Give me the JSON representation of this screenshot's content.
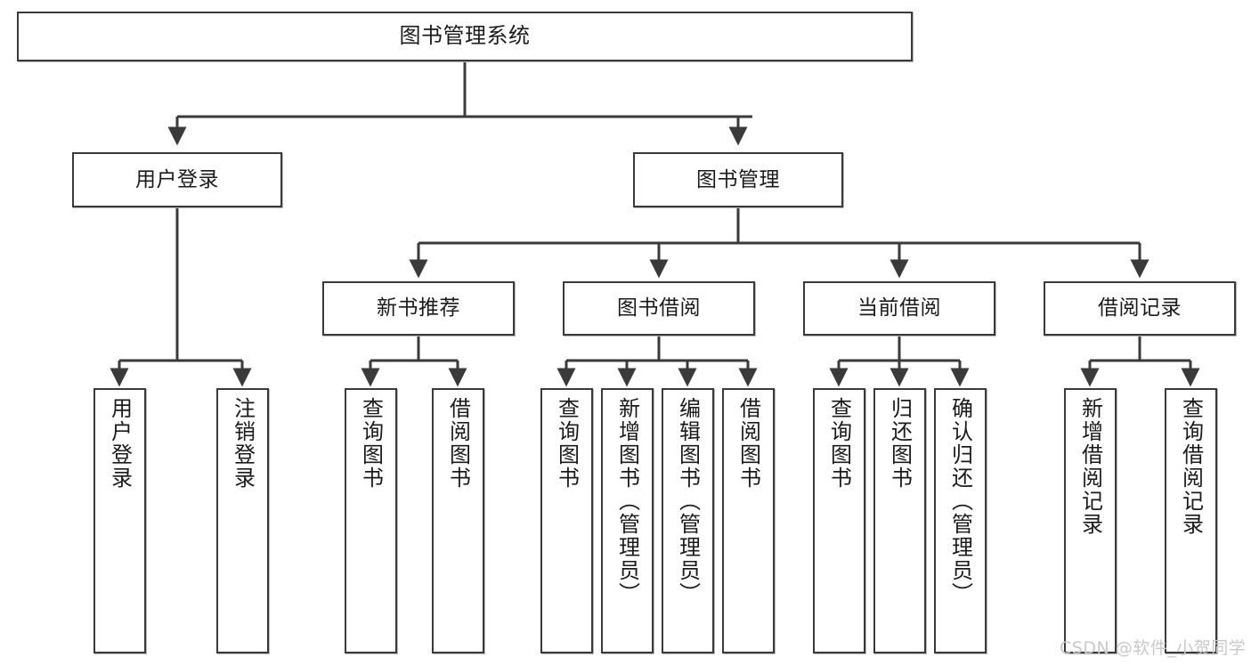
{
  "diagram": {
    "type": "tree-hierarchy",
    "title": "图书管理系统",
    "watermark": "CSDN @软件_小贺同学",
    "colors": {
      "node_border": "#3a3a3a",
      "node_fill": "#ffffff",
      "edge": "#3a3a3a",
      "text": "#1b1b1b",
      "watermark": "#c9c9c9",
      "background": "#ffffff"
    },
    "root": {
      "label": "图书管理系统"
    },
    "level1": [
      {
        "label": "用户登录"
      },
      {
        "label": "图书管理"
      }
    ],
    "level2": [
      {
        "label": "新书推荐"
      },
      {
        "label": "图书借阅"
      },
      {
        "label": "当前借阅"
      },
      {
        "label": "借阅记录"
      }
    ],
    "leaves": {
      "user_login": [
        {
          "label": "用户登录"
        },
        {
          "label": "注销登录"
        }
      ],
      "new_book_recommend": [
        {
          "label": "查询图书"
        },
        {
          "label": "借阅图书"
        }
      ],
      "book_borrow": [
        {
          "label": "查询图书"
        },
        {
          "label": "新增图书（管理员）"
        },
        {
          "label": "编辑图书（管理员）"
        },
        {
          "label": "借阅图书"
        }
      ],
      "current_borrow": [
        {
          "label": "查询图书"
        },
        {
          "label": "归还图书"
        },
        {
          "label": "确认归还（管理员）"
        }
      ],
      "borrow_record": [
        {
          "label": "新增借阅记录"
        },
        {
          "label": "查询借阅记录"
        }
      ]
    }
  }
}
